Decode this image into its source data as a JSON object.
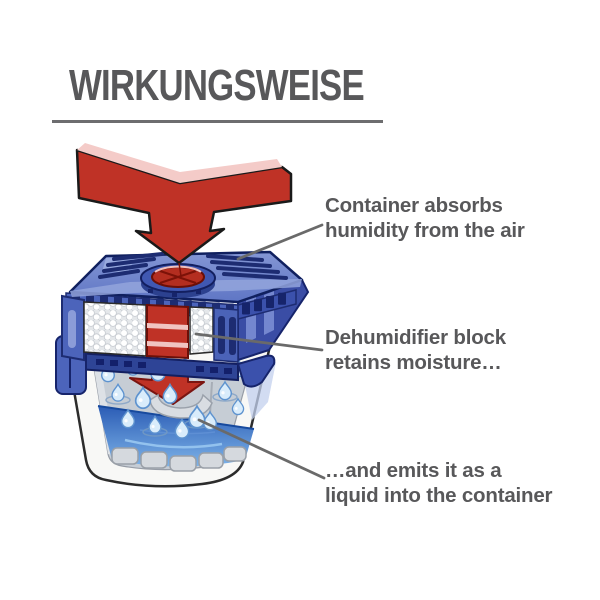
{
  "header": {
    "title": "WIRKUNGSWEISE"
  },
  "labels": {
    "absorb": {
      "line1": "Container absorbs",
      "line2": "humidity from the air"
    },
    "retain": {
      "line1": "Dehumidifier block",
      "line2": "retains moisture…"
    },
    "emit": {
      "line1": "…and emits it as a",
      "line2": "liquid into the container"
    }
  },
  "diagram": {
    "subject": "dehumidifier-cutaway",
    "parts": [
      "air-intake-arrow",
      "vented-lid",
      "round-opening",
      "granule-block",
      "moisture-arrow",
      "water-droplets",
      "water-pool",
      "collection-container"
    ],
    "colors": {
      "arrow_red": "#bf3226",
      "arrow_bevel_pink": "#f4cbc8",
      "body_blue": "#4c64bb",
      "body_dark_blue": "#1d2c72",
      "lid_blue": "#7189ce",
      "granules_white": "#f2f3f5",
      "water_blue": "#2b5cb5",
      "droplet_blue": "#d9ecfb",
      "container_white": "#f8f8f6",
      "leader_line_gray": "#6a6a6a",
      "text_gray": "#58585a"
    }
  }
}
